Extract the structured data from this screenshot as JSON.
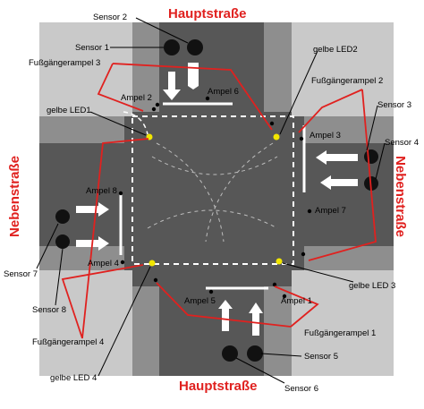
{
  "streets": {
    "main_top": "Hauptstraße",
    "main_bottom": "Hauptstraße",
    "side_left": "Nebenstraße",
    "side_right": "Nebenstraße"
  },
  "labels": {
    "sensor_1": "Sensor 1",
    "sensor_2": "Sensor 2",
    "sensor_3": "Sensor 3",
    "sensor_4": "Sensor 4",
    "sensor_5": "Sensor 5",
    "sensor_6": "Sensor 6",
    "sensor_7": "Sensor 7",
    "sensor_8": "Sensor 8",
    "ampel_1": "Ampel 1",
    "ampel_2": "Ampel 2",
    "ampel_3": "Ampel 3",
    "ampel_4": "Ampel 4",
    "ampel_5": "Ampel 5",
    "ampel_6": "Ampel 6",
    "ampel_7": "Ampel 7",
    "ampel_8": "Ampel 8",
    "fussgaenger_1": "Fußgängerampel 1",
    "fussgaenger_2": "Fußgängerampel 2",
    "fussgaenger_3": "Fußgängerampel 3",
    "fussgaenger_4": "Fußgängerampel 4",
    "gelbe_led_1": "gelbe LED1",
    "gelbe_led_2": "gelbe LED2",
    "gelbe_led_3": "gelbe LED 3",
    "gelbe_led_4": "gelbe LED 4"
  },
  "colors": {
    "street_label": "#e0211f",
    "ped_wire": "#e0211f",
    "asphalt": "#575757",
    "lane": "#929292",
    "sidewalk": "#c9c9c9",
    "led": "#f2e600"
  }
}
